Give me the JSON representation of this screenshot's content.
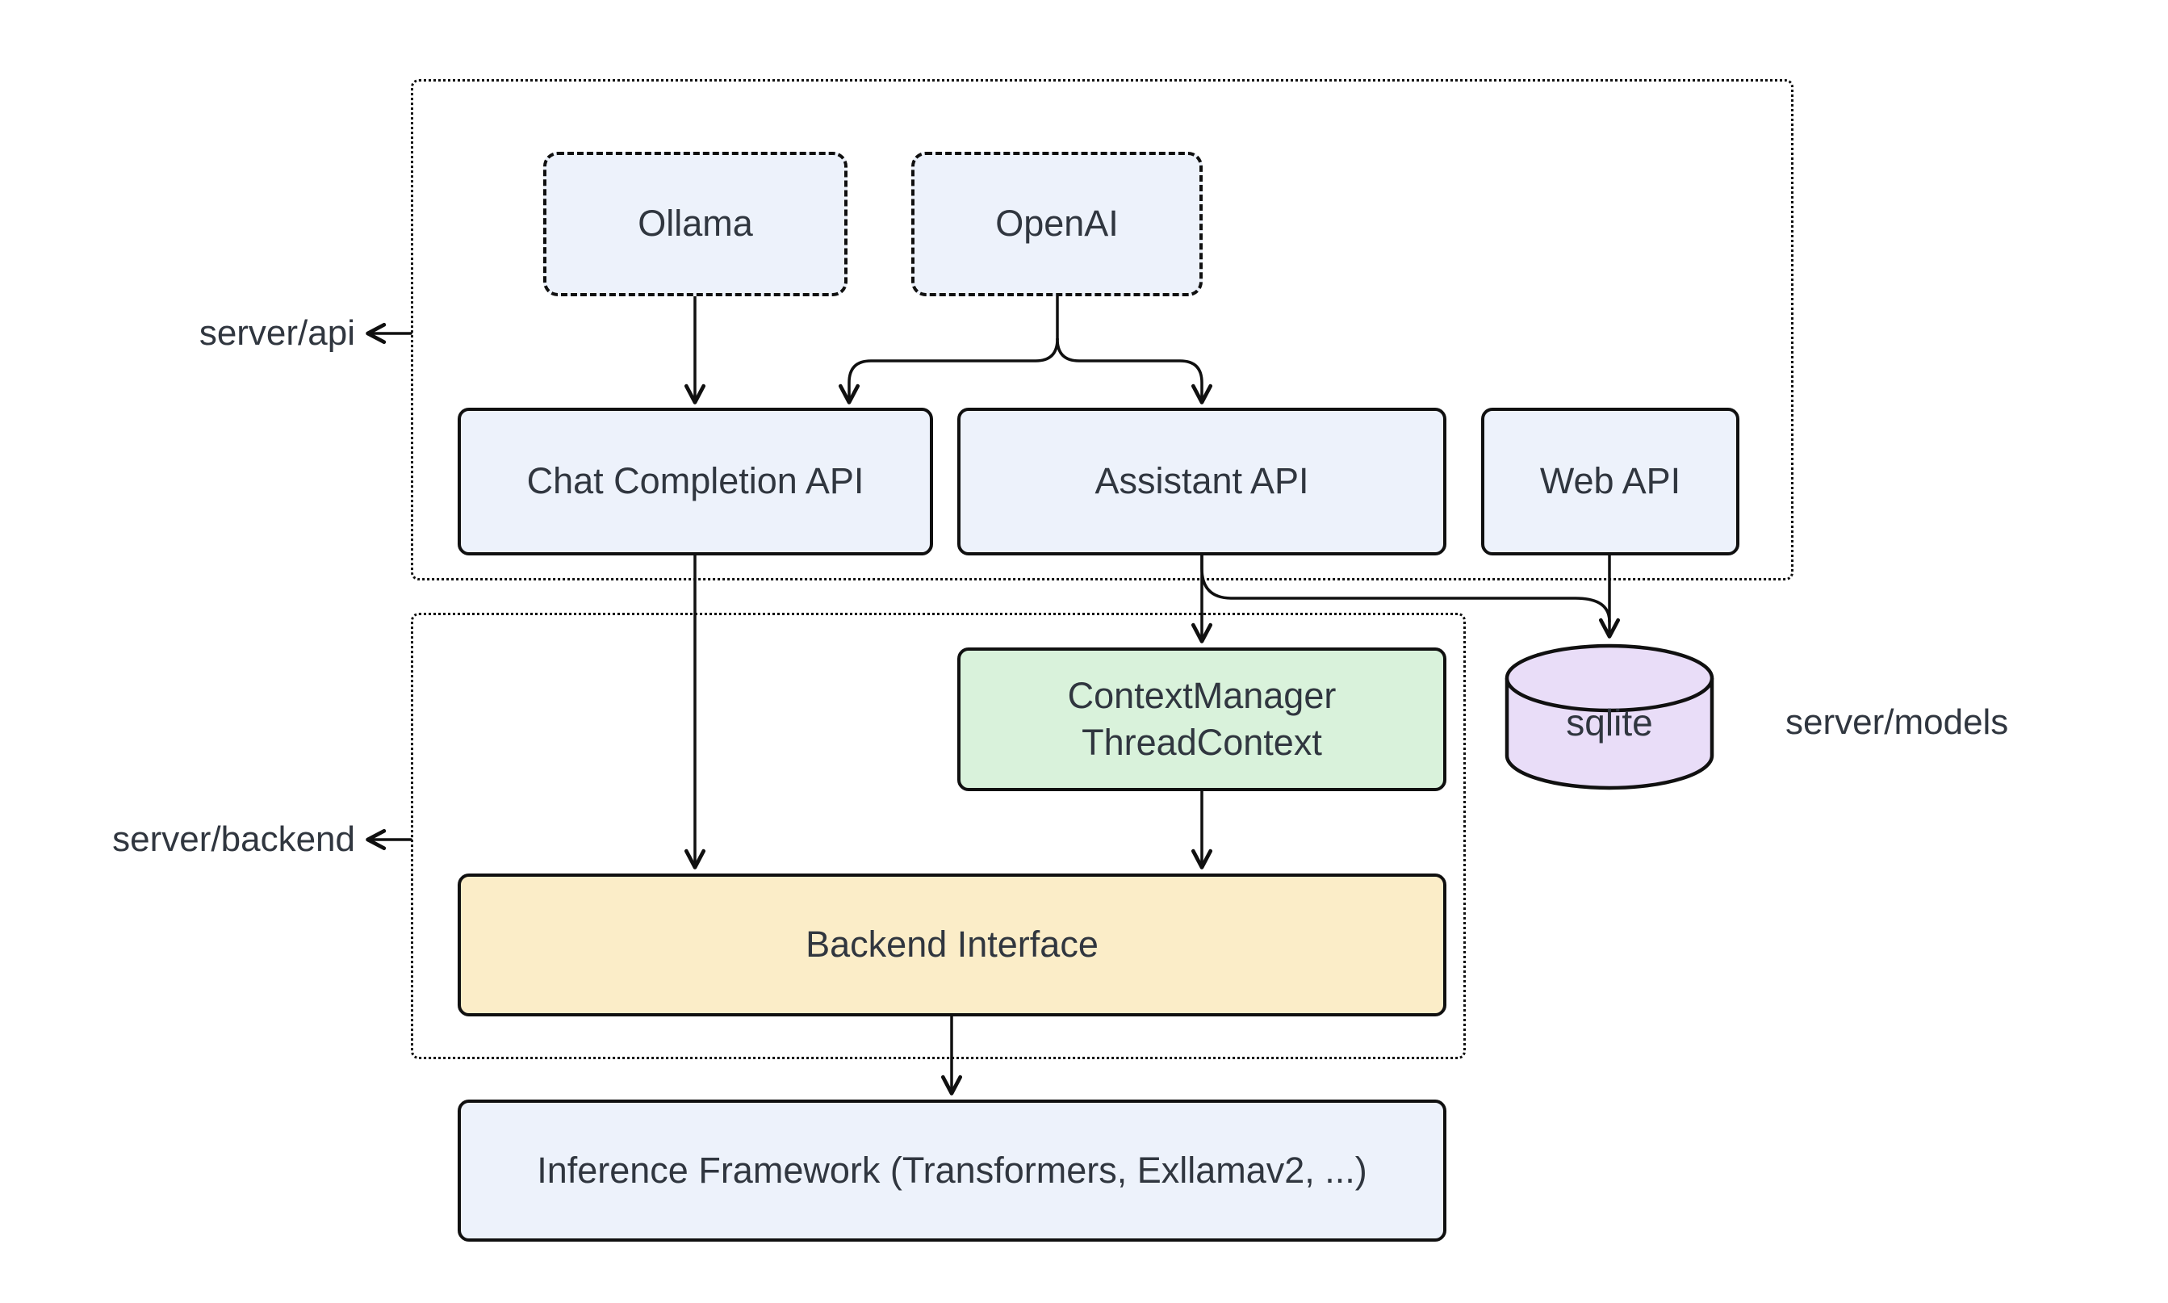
{
  "diagram": {
    "type": "architecture-flowchart",
    "background_color": "#ffffff",
    "stroke_color": "#101010",
    "text_color": "#30363f",
    "groups": {
      "server_api": {
        "label": "server/api"
      },
      "server_backend": {
        "label": "server/backend"
      },
      "server_models": {
        "label": "server/models"
      }
    },
    "nodes": {
      "ollama": {
        "label": "Ollama",
        "fill": "#EDF2FB",
        "border_style": "dashed"
      },
      "openai": {
        "label": "OpenAI",
        "fill": "#EDF2FB",
        "border_style": "dashed"
      },
      "chat_completion_api": {
        "label": "Chat Completion API",
        "fill": "#EDF2FB",
        "border_style": "solid"
      },
      "assistant_api": {
        "label": "Assistant API",
        "fill": "#EDF2FB",
        "border_style": "solid"
      },
      "web_api": {
        "label": "Web API",
        "fill": "#EDF2FB",
        "border_style": "solid"
      },
      "context_manager": {
        "line1": "ContextManager",
        "line2": "ThreadContext",
        "fill": "#D9F2DB",
        "border_style": "solid"
      },
      "sqlite": {
        "label": "sqlite",
        "fill": "#E9DDF8",
        "shape": "cylinder"
      },
      "backend_interface": {
        "label": "Backend Interface",
        "fill": "#FBEDC8",
        "border_style": "solid"
      },
      "inference_framework": {
        "label": "Inference Framework (Transformers, Exllamav2, ...)",
        "fill": "#EDF2FB",
        "border_style": "solid"
      }
    },
    "edges": [
      "Ollama -> Chat Completion API",
      "OpenAI -> Chat Completion API",
      "OpenAI -> Assistant API",
      "Chat Completion API -> Backend Interface",
      "Assistant API -> ContextManager ThreadContext",
      "Assistant API -> sqlite",
      "Web API -> sqlite",
      "ContextManager ThreadContext -> Backend Interface",
      "Backend Interface -> Inference Framework",
      "server/api group edge -> server/api label",
      "server/backend group edge -> server/backend label"
    ]
  }
}
